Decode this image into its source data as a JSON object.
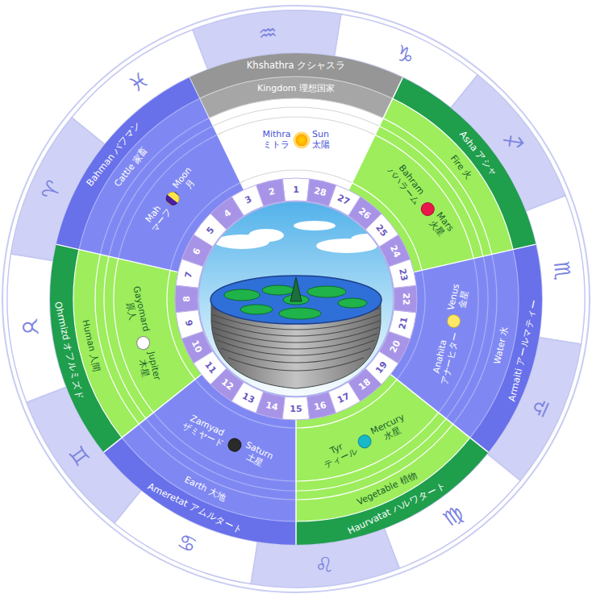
{
  "diagram": {
    "nodes": [
      {
        "text": [
          "Khshathra クシャスラ"
        ]
      },
      {
        "text": [
          "Kingdom 理想国家"
        ]
      },
      {
        "text": [
          "Mithra",
          "Sun",
          "ミトラ",
          "太陽"
        ]
      },
      {
        "text": [
          "Asha アシャ"
        ]
      },
      {
        "text": [
          "Fire 火"
        ]
      },
      {
        "text": [
          "Bahram",
          "Mars",
          "バハラーム",
          "火星"
        ]
      },
      {
        "text": [
          "Armaiti アールマティー"
        ]
      },
      {
        "text": [
          "Water 水"
        ]
      },
      {
        "text": [
          "Anahita",
          "Venus",
          "アナーヒター",
          "金星"
        ]
      },
      {
        "text": [
          "Haurvatat ハルワタート"
        ]
      },
      {
        "text": [
          "Vegetable 植物"
        ]
      },
      {
        "text": [
          "Tyr",
          "Mercury",
          "ティール",
          "水星"
        ]
      },
      {
        "text": [
          "Ameretat アムルタート"
        ]
      },
      {
        "text": [
          "Earth 大地"
        ]
      },
      {
        "text": [
          "Zamyad",
          "Saturn",
          "ザミヤード",
          "土星"
        ]
      },
      {
        "text": [
          "Ohrmizd オフルミズド"
        ]
      },
      {
        "text": [
          "Human 人間"
        ]
      },
      {
        "text": [
          "Gayomard",
          "Jupiter",
          "原人",
          "木星"
        ]
      },
      {
        "text": [
          "Bahman バフマン"
        ]
      },
      {
        "text": [
          "Cattle 家畜"
        ]
      },
      {
        "text": [
          "Mah",
          "Moon",
          "マーフ",
          "月"
        ]
      }
    ],
    "labels": [
      "♒",
      "♑",
      "♐",
      "♏",
      "♎",
      "♍",
      "♌",
      "♋",
      "♊",
      "♉",
      "♈",
      "♓",
      "1",
      "2",
      "3",
      "4",
      "5",
      "6",
      "7",
      "8",
      "9",
      "10",
      "11",
      "12",
      "13",
      "14",
      "15",
      "16",
      "17",
      "18",
      "19",
      "20",
      "21",
      "22",
      "23",
      "24",
      "25",
      "26",
      "27",
      "28"
    ]
  }
}
